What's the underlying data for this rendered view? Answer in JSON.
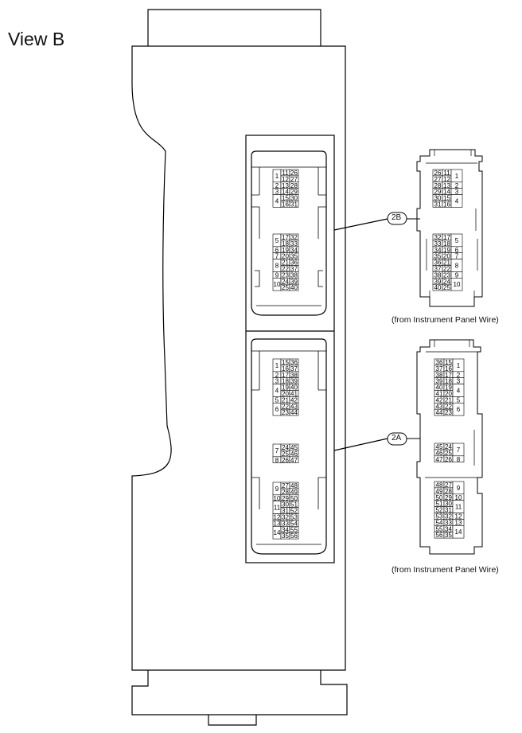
{
  "title": "View B",
  "connectors": {
    "c2b": {
      "label": "2B",
      "caption": "(from Instrument Panel Wire)"
    },
    "c2a": {
      "label": "2A",
      "caption": "(from Instrument Panel Wire)"
    }
  },
  "panel_b": {
    "upper": [
      {
        "l": [
          "1"
        ],
        "m": [
          "11",
          "12"
        ],
        "r": [
          "26",
          "27"
        ]
      },
      {
        "l": [
          "2"
        ],
        "m": [
          "13"
        ],
        "r": [
          "28"
        ]
      },
      {
        "l": [
          "3"
        ],
        "m": [
          "14"
        ],
        "r": [
          "29"
        ]
      },
      {
        "l": [
          "4"
        ],
        "m": [
          "15",
          "16"
        ],
        "r": [
          "30",
          "31"
        ]
      }
    ],
    "lower": [
      {
        "l": [
          "5"
        ],
        "m": [
          "17",
          "18"
        ],
        "r": [
          "32",
          "33"
        ]
      },
      {
        "l": [
          "6"
        ],
        "m": [
          "19"
        ],
        "r": [
          "34"
        ]
      },
      {
        "l": [
          "7"
        ],
        "m": [
          "20"
        ],
        "r": [
          "35"
        ]
      },
      {
        "l": [
          "8"
        ],
        "m": [
          "21",
          "22"
        ],
        "r": [
          "36",
          "37"
        ]
      },
      {
        "l": [
          "9"
        ],
        "m": [
          "23"
        ],
        "r": [
          "38"
        ]
      },
      {
        "l": [
          "10"
        ],
        "m": [
          "24",
          "25"
        ],
        "r": [
          "39",
          "40"
        ]
      }
    ]
  },
  "panel_a": {
    "g1": [
      {
        "l": [
          "1"
        ],
        "m": [
          "15",
          "16"
        ],
        "r": [
          "36",
          "37"
        ]
      },
      {
        "l": [
          "2"
        ],
        "m": [
          "17"
        ],
        "r": [
          "38"
        ]
      },
      {
        "l": [
          "3"
        ],
        "m": [
          "18"
        ],
        "r": [
          "39"
        ]
      },
      {
        "l": [
          "4"
        ],
        "m": [
          "19",
          "20"
        ],
        "r": [
          "40",
          "41"
        ]
      },
      {
        "l": [
          "5"
        ],
        "m": [
          "21"
        ],
        "r": [
          "42"
        ]
      },
      {
        "l": [
          "6"
        ],
        "m": [
          "22",
          "23"
        ],
        "r": [
          "43",
          "44"
        ]
      }
    ],
    "g2": [
      {
        "l": [
          "7"
        ],
        "m": [
          "24",
          "25"
        ],
        "r": [
          "45",
          "46"
        ]
      },
      {
        "l": [
          "8"
        ],
        "m": [
          "26"
        ],
        "r": [
          "47"
        ]
      }
    ],
    "g3": [
      {
        "l": [
          "9"
        ],
        "m": [
          "27",
          "28"
        ],
        "r": [
          "48",
          "49"
        ]
      },
      {
        "l": [
          "10"
        ],
        "m": [
          "29"
        ],
        "r": [
          "50"
        ]
      },
      {
        "l": [
          "11"
        ],
        "m": [
          "30",
          "31"
        ],
        "r": [
          "51",
          "52"
        ]
      },
      {
        "l": [
          "12"
        ],
        "m": [
          "32"
        ],
        "r": [
          "53"
        ]
      },
      {
        "l": [
          "13"
        ],
        "m": [
          "33"
        ],
        "r": [
          "54"
        ]
      },
      {
        "l": [
          "14"
        ],
        "m": [
          "34",
          "35"
        ],
        "r": [
          "55",
          "56"
        ]
      }
    ]
  },
  "conn_2b": {
    "upper": [
      {
        "l": [
          "26",
          "27"
        ],
        "m": [
          "11",
          "12"
        ],
        "r": [
          "1"
        ]
      },
      {
        "l": [
          "28"
        ],
        "m": [
          "13"
        ],
        "r": [
          "2"
        ]
      },
      {
        "l": [
          "29"
        ],
        "m": [
          "14"
        ],
        "r": [
          "3"
        ]
      },
      {
        "l": [
          "30",
          "31"
        ],
        "m": [
          "15",
          "16"
        ],
        "r": [
          "4"
        ]
      }
    ],
    "lower": [
      {
        "l": [
          "32",
          "33"
        ],
        "m": [
          "17",
          "18"
        ],
        "r": [
          "5"
        ]
      },
      {
        "l": [
          "34"
        ],
        "m": [
          "19"
        ],
        "r": [
          "6"
        ]
      },
      {
        "l": [
          "35"
        ],
        "m": [
          "20"
        ],
        "r": [
          "7"
        ]
      },
      {
        "l": [
          "36",
          "37"
        ],
        "m": [
          "21",
          "22"
        ],
        "r": [
          "8"
        ]
      },
      {
        "l": [
          "38"
        ],
        "m": [
          "23"
        ],
        "r": [
          "9"
        ]
      },
      {
        "l": [
          "39",
          "40"
        ],
        "m": [
          "24",
          "25"
        ],
        "r": [
          "10"
        ]
      }
    ]
  },
  "conn_2a": {
    "g1": [
      {
        "l": [
          "36",
          "37"
        ],
        "m": [
          "15",
          "16"
        ],
        "r": [
          "1"
        ]
      },
      {
        "l": [
          "38"
        ],
        "m": [
          "17"
        ],
        "r": [
          "2"
        ]
      },
      {
        "l": [
          "39"
        ],
        "m": [
          "18"
        ],
        "r": [
          "3"
        ]
      },
      {
        "l": [
          "40",
          "41"
        ],
        "m": [
          "19",
          "20"
        ],
        "r": [
          "4"
        ]
      },
      {
        "l": [
          "42"
        ],
        "m": [
          "21"
        ],
        "r": [
          "5"
        ]
      },
      {
        "l": [
          "43",
          "44"
        ],
        "m": [
          "22",
          "23"
        ],
        "r": [
          "6"
        ]
      }
    ],
    "g2": [
      {
        "l": [
          "45",
          "46"
        ],
        "m": [
          "24",
          "25"
        ],
        "r": [
          "7"
        ]
      },
      {
        "l": [
          "47"
        ],
        "m": [
          "26"
        ],
        "r": [
          "8"
        ]
      }
    ],
    "g3": [
      {
        "l": [
          "48",
          "49"
        ],
        "m": [
          "27",
          "28"
        ],
        "r": [
          "9"
        ]
      },
      {
        "l": [
          "50"
        ],
        "m": [
          "29"
        ],
        "r": [
          "10"
        ]
      },
      {
        "l": [
          "51",
          "52"
        ],
        "m": [
          "30",
          "31"
        ],
        "r": [
          "11"
        ]
      },
      {
        "l": [
          "53"
        ],
        "m": [
          "32"
        ],
        "r": [
          "12"
        ]
      },
      {
        "l": [
          "54"
        ],
        "m": [
          "33"
        ],
        "r": [
          "13"
        ]
      },
      {
        "l": [
          "55",
          "56"
        ],
        "m": [
          "34",
          "35"
        ],
        "r": [
          "14"
        ]
      }
    ]
  }
}
